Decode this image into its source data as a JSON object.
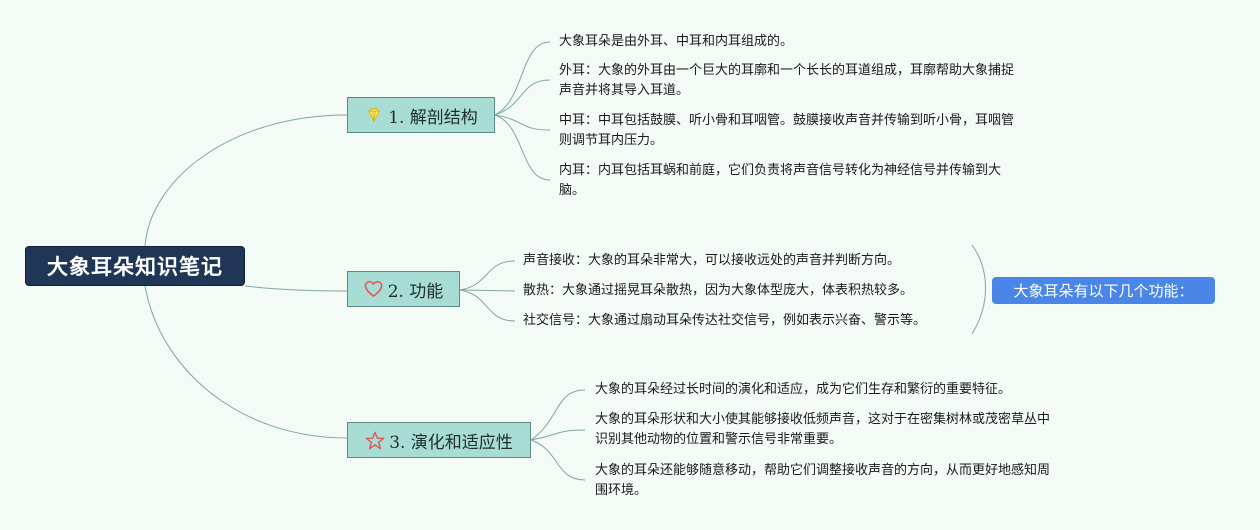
{
  "root": {
    "title": "大象耳朵知识笔记"
  },
  "branches": [
    {
      "label": "1. 解剖结构",
      "icon": "diamond-icon",
      "leaves": [
        {
          "lines": [
            "大象耳朵是由外耳、中耳和内耳组成的。"
          ]
        },
        {
          "lines": [
            "外耳：大象的外耳由一个巨大的耳廓和一个长长的耳道组成，耳廓帮助大象捕捉",
            "声音并将其导入耳道。"
          ]
        },
        {
          "lines": [
            "中耳：中耳包括鼓膜、听小骨和耳咽管。鼓膜接收声音并传输到听小骨，耳咽管",
            "则调节耳内压力。"
          ]
        },
        {
          "lines": [
            "内耳：内耳包括耳蜗和前庭，它们负责将声音信号转化为神经信号并传输到大",
            "脑。"
          ]
        }
      ]
    },
    {
      "label": "2. 功能",
      "icon": "heart-icon",
      "leaves": [
        {
          "lines": [
            "声音接收：大象的耳朵非常大，可以接收远处的声音并判断方向。"
          ]
        },
        {
          "lines": [
            "散热：大象通过摇晃耳朵散热，因为大象体型庞大，体表积热较多。"
          ]
        },
        {
          "lines": [
            "社交信号：大象通过扇动耳朵传达社交信号，例如表示兴奋、警示等。"
          ]
        }
      ],
      "summary": "大象耳朵有以下几个功能："
    },
    {
      "label": "3. 演化和适应性",
      "icon": "star-icon",
      "leaves": [
        {
          "lines": [
            "大象的耳朵经过长时间的演化和适应，成为它们生存和繁衍的重要特征。"
          ]
        },
        {
          "lines": [
            "大象的耳朵形状和大小使其能够接收低频声音，这对于在密集树林或茂密草丛中",
            "识别其他动物的位置和警示信号非常重要。"
          ]
        },
        {
          "lines": [
            "大象的耳朵还能够随意移动，帮助它们调整接收声音的方向，从而更好地感知周",
            "围环境。"
          ]
        }
      ]
    }
  ],
  "colors": {
    "background": "#f4fbf6",
    "root_fill": "#1f3657",
    "branch_fill": "#a8ddd6",
    "connector": "#7fa79f",
    "summary_fill": "#4a86e8",
    "diamond_icon": "#e8d320",
    "heart_icon": "#e05a5a",
    "star_icon": "#e05a5a"
  }
}
